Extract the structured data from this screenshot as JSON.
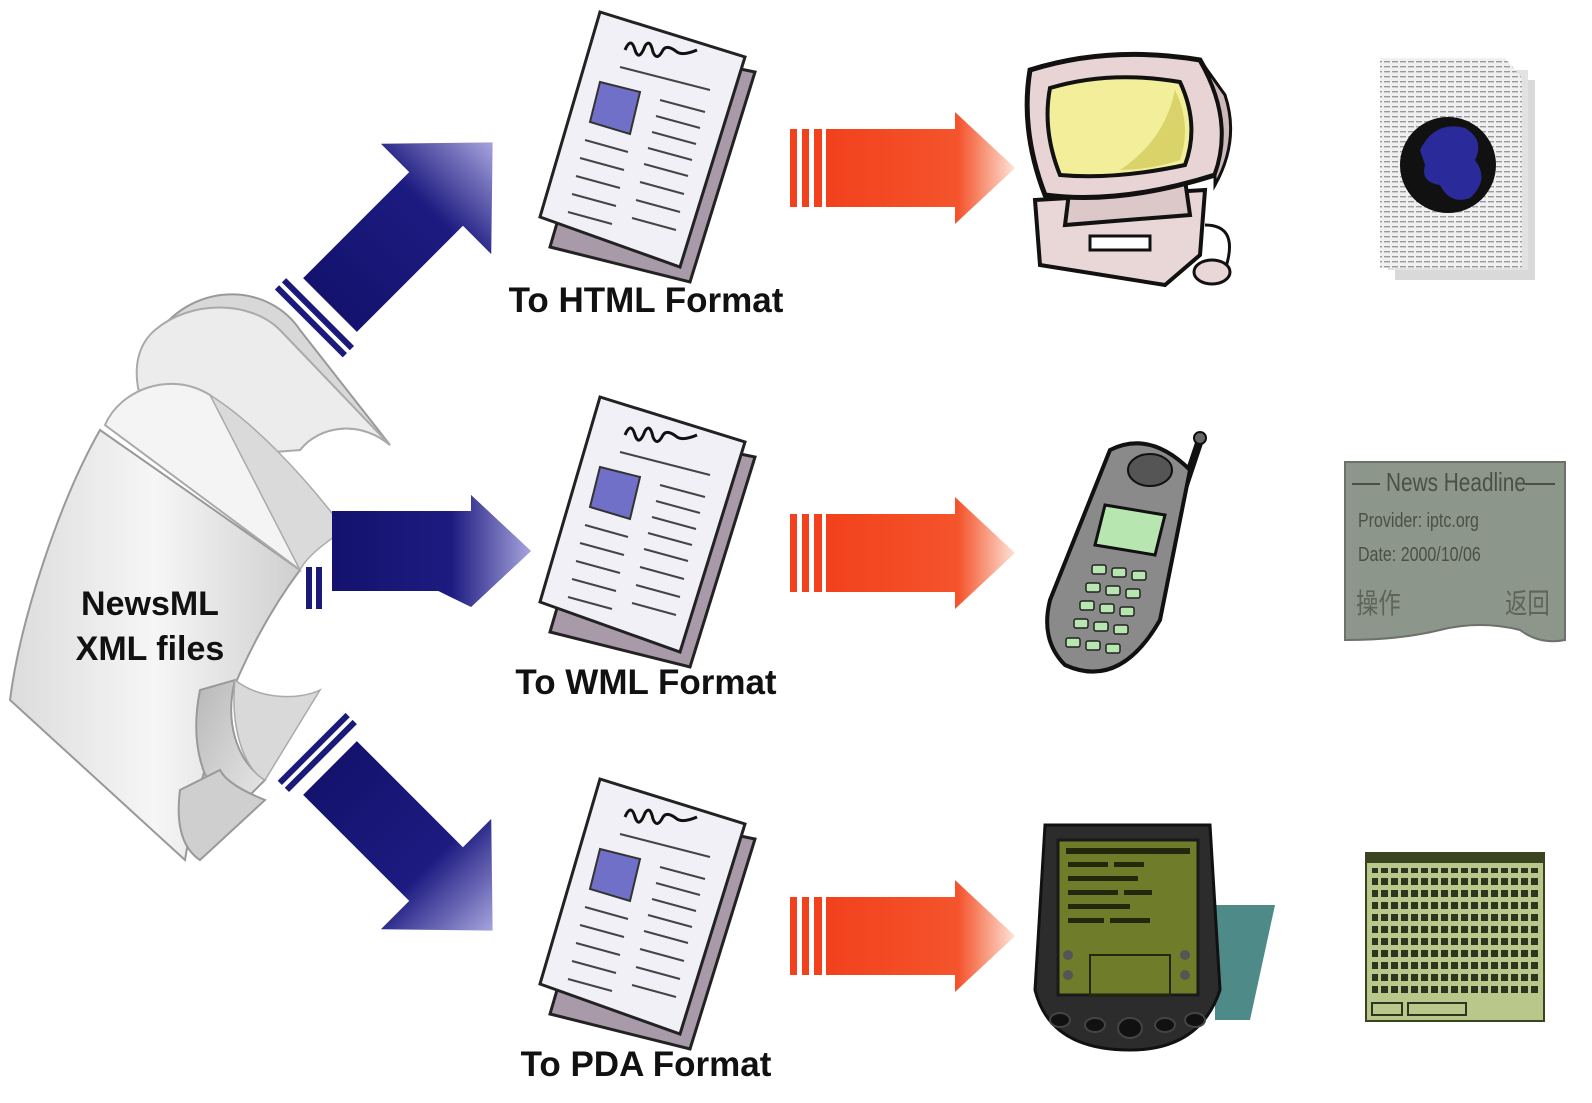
{
  "source": {
    "line1": "NewsML",
    "line2": "XML files"
  },
  "formats": [
    {
      "label": "To HTML Format",
      "device": "desktop-computer",
      "output": "web-page-globe"
    },
    {
      "label": "To WML Format",
      "device": "mobile-phone",
      "output": "phone-screen"
    },
    {
      "label": "To PDA Format",
      "device": "pda",
      "output": "pda-screen"
    }
  ],
  "phone_screen": {
    "headline": "News Headline",
    "provider": "Provider: iptc.org",
    "date": "Date: 2000/10/06",
    "left_key": "操作",
    "right_key": "返回"
  },
  "colors": {
    "blue_arrow": "#1a1a7a",
    "red_arrow": "#f24a22",
    "doc_image": "#7070c8",
    "monitor_screen": "#f2ee9a",
    "phone_body": "#8a8a8a",
    "phone_screen": "#b8e6b0",
    "pda_screen": "#6f7d2a"
  }
}
